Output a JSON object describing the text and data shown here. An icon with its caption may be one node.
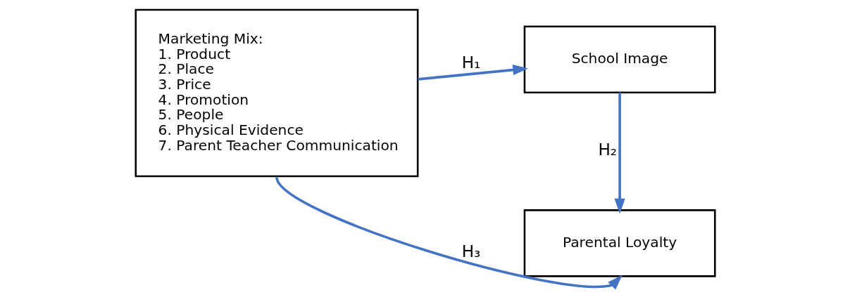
{
  "diagram": {
    "nodes": [
      {
        "text": [
          "Marketing Mix:",
          "1. Product",
          "2. Place",
          "3. Price",
          "4. Promotion",
          "5. People",
          "6. Physical Evidence",
          "7. Parent Teacher Communication"
        ]
      },
      {
        "text": [
          "School Image"
        ]
      },
      {
        "text": [
          "Parental Loyalty"
        ]
      }
    ],
    "edges": [
      {
        "from": 0,
        "to": 1,
        "arrow": "to",
        "label": "H₁"
      },
      {
        "from": 1,
        "to": 2,
        "arrow": "to",
        "label": "H₂"
      },
      {
        "from": 0,
        "to": 2,
        "arrow": "to",
        "label": "H₃"
      }
    ]
  }
}
